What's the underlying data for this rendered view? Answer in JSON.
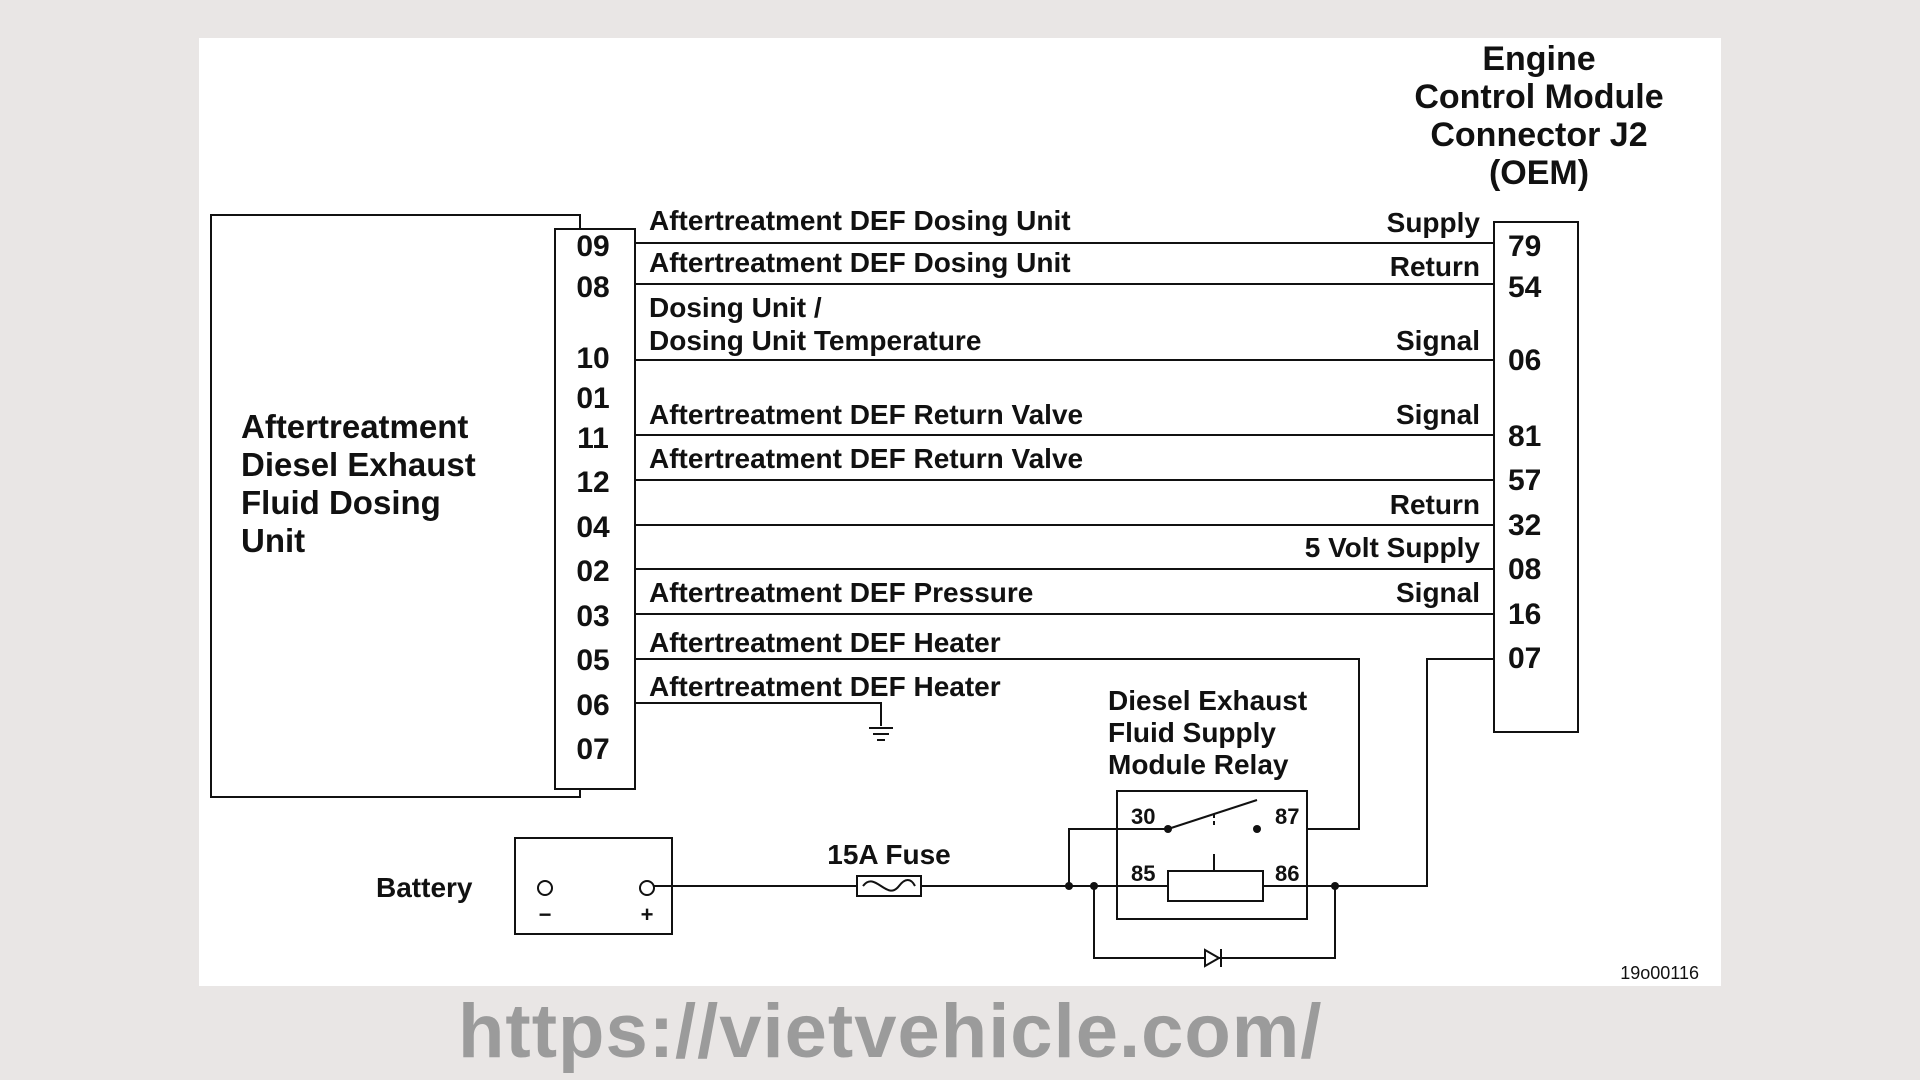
{
  "ecm": {
    "title_lines": [
      "Engine",
      "Control Module",
      "Connector J2",
      "(OEM)"
    ],
    "pins": [
      "79",
      "54",
      "06",
      "81",
      "57",
      "32",
      "08",
      "16",
      "07"
    ]
  },
  "dosing_unit": {
    "label_lines": [
      "Aftertreatment",
      "Diesel Exhaust",
      "Fluid Dosing",
      "Unit"
    ],
    "pins": [
      "09",
      "08",
      "10",
      "01",
      "11",
      "12",
      "04",
      "02",
      "03",
      "05",
      "06",
      "07"
    ]
  },
  "wires": [
    {
      "left": "Aftertreatment DEF Dosing Unit",
      "right": "Supply"
    },
    {
      "left": "Aftertreatment DEF Dosing Unit",
      "right": "Return"
    },
    {
      "left_line1": "Dosing Unit /",
      "left": "Dosing Unit Temperature",
      "right": "Signal"
    },
    {
      "left": "Aftertreatment DEF Return Valve",
      "right": "Signal"
    },
    {
      "left": "Aftertreatment DEF Return Valve",
      "right": ""
    },
    {
      "left": "",
      "right": "Return"
    },
    {
      "left": "",
      "right": "5 Volt Supply"
    },
    {
      "left": "Aftertreatment DEF Pressure",
      "right": "Signal"
    },
    {
      "left": "Aftertreatment DEF Heater",
      "right": ""
    },
    {
      "left": "Aftertreatment DEF Heater",
      "right": ""
    }
  ],
  "relay": {
    "label_lines": [
      "Diesel Exhaust",
      "Fluid Supply",
      "Module Relay"
    ],
    "terminals": [
      "30",
      "87",
      "85",
      "86"
    ]
  },
  "fuse": {
    "label": "15A Fuse"
  },
  "battery": {
    "label": "Battery",
    "minus": "−",
    "plus": "+"
  },
  "figure_id": "19o00116",
  "footer": {
    "url": "https://vietvehicle.com/"
  }
}
